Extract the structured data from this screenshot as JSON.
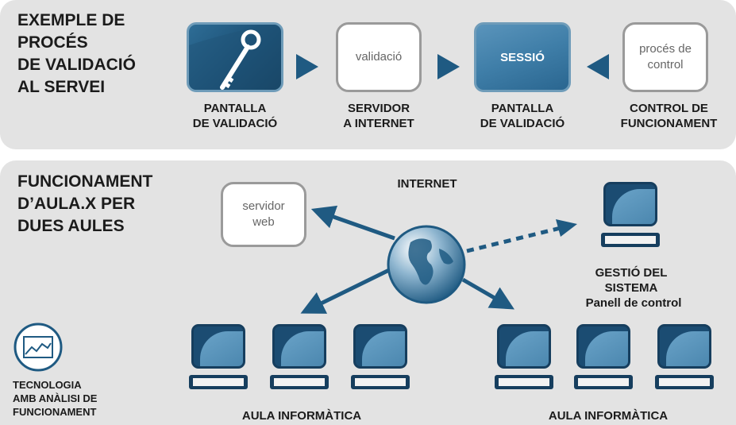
{
  "top_panel": {
    "title": "EXEMPLE DE\nPROCÉS\nDE VALIDACIÓ\nAL SERVEI",
    "steps": [
      {
        "label": "PANTALLA\nDE VALIDACIÓ",
        "icon": "key-icon"
      },
      {
        "box_text": "validació",
        "label": "SERVIDOR\nA INTERNET"
      },
      {
        "box_text": "SESSIÓ",
        "label": "PANTALLA\nDE VALIDACIÓ"
      },
      {
        "box_text": "procés de\ncontrol",
        "label": "CONTROL DE\nFUNCIONAMENT"
      }
    ]
  },
  "bottom_panel": {
    "title": "FUNCIONAMENT\nD’AULA.X PER\nDUES AULES",
    "internet_label": "INTERNET",
    "web_server": "servidor\nweb",
    "management_label": "GESTIÓ DEL\nSISTEMA",
    "management_sublabel": "Panell de control",
    "classroom_left": "AULA INFORMÀTICA",
    "classroom_right": "AULA INFORMÀTICA",
    "technology_label": "TECNOLOGIA\nAMB ANÀLISI DE\nFUNCIONAMENT"
  },
  "colors": {
    "panel_bg": "#e3e3e3",
    "accent_blue": "#1f5a82",
    "border_gray": "#9a9a9a"
  }
}
